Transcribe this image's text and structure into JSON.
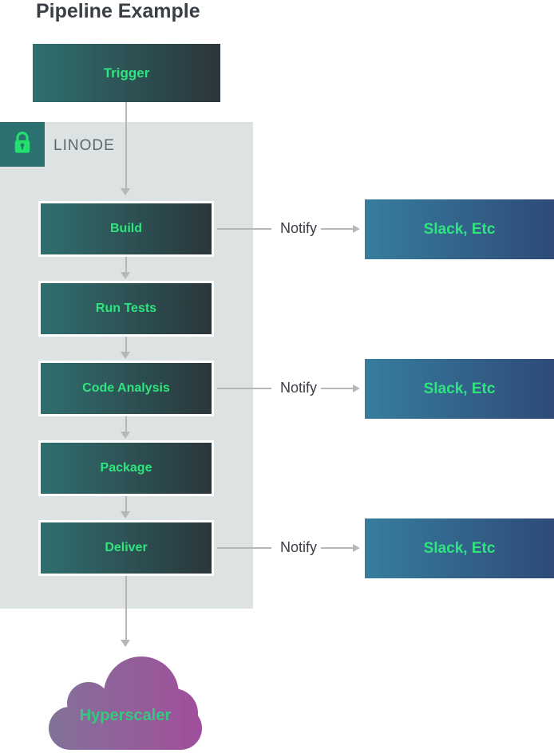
{
  "title": "Pipeline Example",
  "trigger_label": "Trigger",
  "linode_label": "LINODE",
  "steps": [
    {
      "label": "Build"
    },
    {
      "label": "Run Tests"
    },
    {
      "label": "Code Analysis"
    },
    {
      "label": "Package"
    },
    {
      "label": "Deliver"
    }
  ],
  "notify_rows": [
    {
      "label": "Notify",
      "target": "Slack, Etc"
    },
    {
      "label": "Notify",
      "target": "Slack, Etc"
    },
    {
      "label": "Notify",
      "target": "Slack, Etc"
    }
  ],
  "hyperscaler_label": "Hyperscaler",
  "colors": {
    "step_grad_a": "#2f6f6f",
    "step_grad_b": "#2b363b",
    "slack_grad_a": "#377d9e",
    "slack_grad_b": "#2e4a79",
    "cloud_grad_a": "#837299",
    "cloud_grad_b": "#a04e9b",
    "accent_green": "#2ee57d",
    "container_bg": "#dce3e2",
    "lock_bg": "#2a7170",
    "lock_green": "#22df6e",
    "arrow": "#b7b7b7",
    "text_dark": "#3a3e45",
    "linode_text": "#5c686c",
    "cloud_text": "#34c97f"
  }
}
